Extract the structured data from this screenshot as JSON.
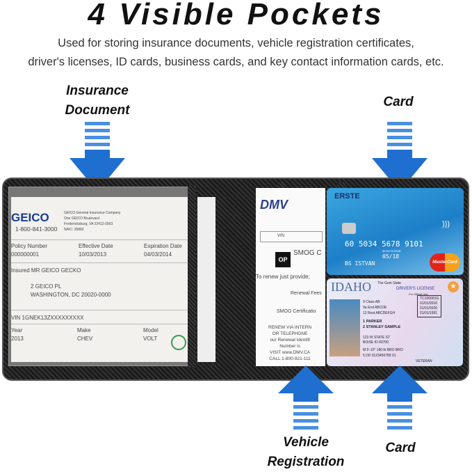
{
  "title": "4 Visible Pockets",
  "subtitle": [
    "Used for storing insurance documents, vehicle registration certificates,",
    "driver's licenses, ID cards, business cards, and key contact information cards, etc."
  ],
  "labels": {
    "insurance": [
      "Insurance",
      "Document"
    ],
    "card_top": "Card",
    "vehicle": [
      "Vehicle",
      "Registration"
    ],
    "card_bottom": "Card"
  },
  "colors": {
    "arrow": "#1f6fd0",
    "arrow_stripe": "#4a8fe0",
    "wallet": "#1b1b1b"
  },
  "insurance_card": {
    "brand": "GEICO",
    "phone": "1-800-841-3000",
    "company": [
      "GEICO General Insurance Company",
      "One GEICO Boulevard",
      "Fredericksburg, VA 22412-0003",
      "NAIC: 35882"
    ],
    "policy_label": "Policy Number",
    "policy": "000000001",
    "effective_label": "Effective Date",
    "effective": "10/03/2013",
    "expiration_label": "Expiration Date",
    "expiration": "04/03/2014",
    "insured": "Insured  MR GEICO GECKO",
    "address": [
      "2 GEICO PL",
      "WASHINGTON, DC 20020-0000"
    ],
    "vin": "VIN  1GNEK13ZXXXXXXXXX",
    "year_label": "Year",
    "year": "2013",
    "make_label": "Make",
    "make": "CHEV",
    "model_label": "Model",
    "model": "VOLT"
  },
  "registration": {
    "logo": "DMV",
    "vin": "VIN",
    "smog": "SMOG C",
    "stop": "OP",
    "provide": "To renew just provide;",
    "fees": "Renewal Fees",
    "cert": "SMOG Certificatio",
    "renew": [
      "RENEW VIA INTERN",
      "OR TELEPHONE",
      "our Renewal Identifi",
      "Number is",
      "VISIT www.DMV.CA",
      "CALL 1-800-921-111"
    ]
  },
  "credit_card": {
    "bank": "ERSTE",
    "number": "60 5034 5678 9101",
    "expiry_label": "MONTH/YEAR",
    "expiry": "05/18",
    "name": "BS ISTVAN",
    "network": "MasterCard"
  },
  "license": {
    "state": "IDAHO",
    "motto": "The Gem State",
    "type": "DRIVER'S LICENSE",
    "official": "For Official Use",
    "number": "TC100001G",
    "iss": "01/01/2016",
    "exp": "01/01/2020",
    "dob": "01/01/1991",
    "class": "9 Class  AB",
    "end": "9a End  ABCDE",
    "rest": "12 Rest  ABCDEFGH",
    "name": [
      "1 PARKER",
      "2 STANLEY SAMPLE"
    ],
    "address": [
      "123 W STATE ST",
      "BOISE ID 83700"
    ],
    "physical": "M   5'-10\"  180 lb   BRO   BRO",
    "dd": "5 DD 0123456789 01",
    "veteran": "VETERAN"
  }
}
